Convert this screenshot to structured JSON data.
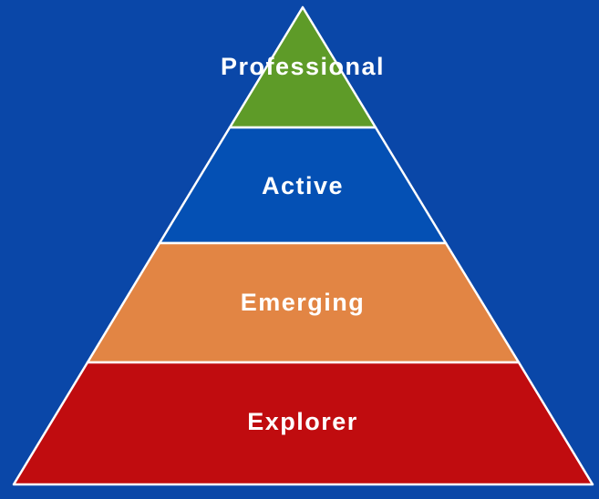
{
  "diagram": {
    "type": "pyramid",
    "background_color": "#0A47A8",
    "outline_color": "#FFFFFF",
    "text_color": "#FFFFFF",
    "levels": [
      {
        "label": "Professional",
        "color": "#5E9B28"
      },
      {
        "label": "Active",
        "color": "#0450B4"
      },
      {
        "label": "Emerging",
        "color": "#E28544"
      },
      {
        "label": "Explorer",
        "color": "#C00C0F"
      }
    ]
  }
}
